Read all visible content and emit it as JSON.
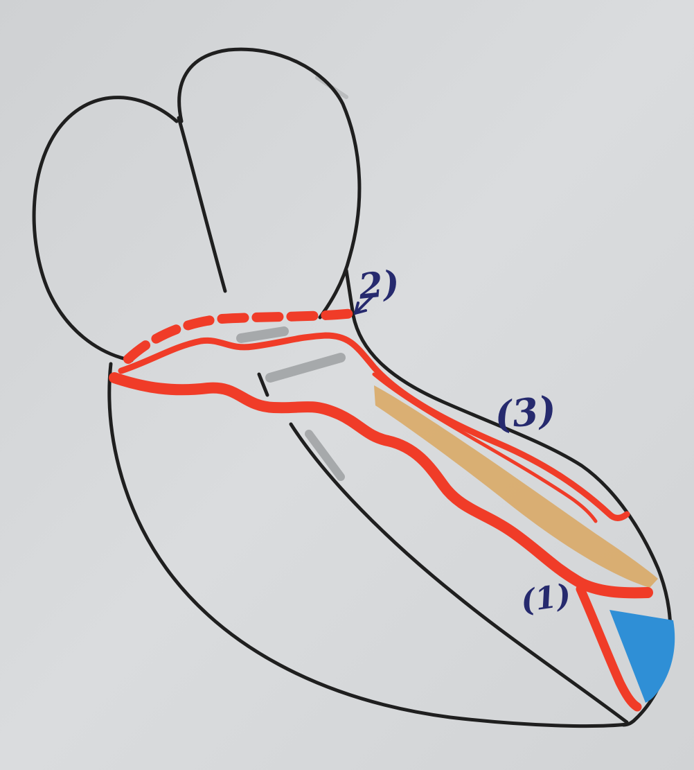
{
  "labels": {
    "one": "(1)",
    "two": "2)",
    "three": "(3)"
  },
  "colors": {
    "paper": "#d4d6d8",
    "outline": "#1f1f1f",
    "vessel_red": "#f03c28",
    "orange_band": "#d9a760",
    "blue_region": "#2f8fd6",
    "grey_shading": "#9ea0a2",
    "label_ink": "#262a6e"
  },
  "icons": [
    "pointer-arrow-icon"
  ]
}
